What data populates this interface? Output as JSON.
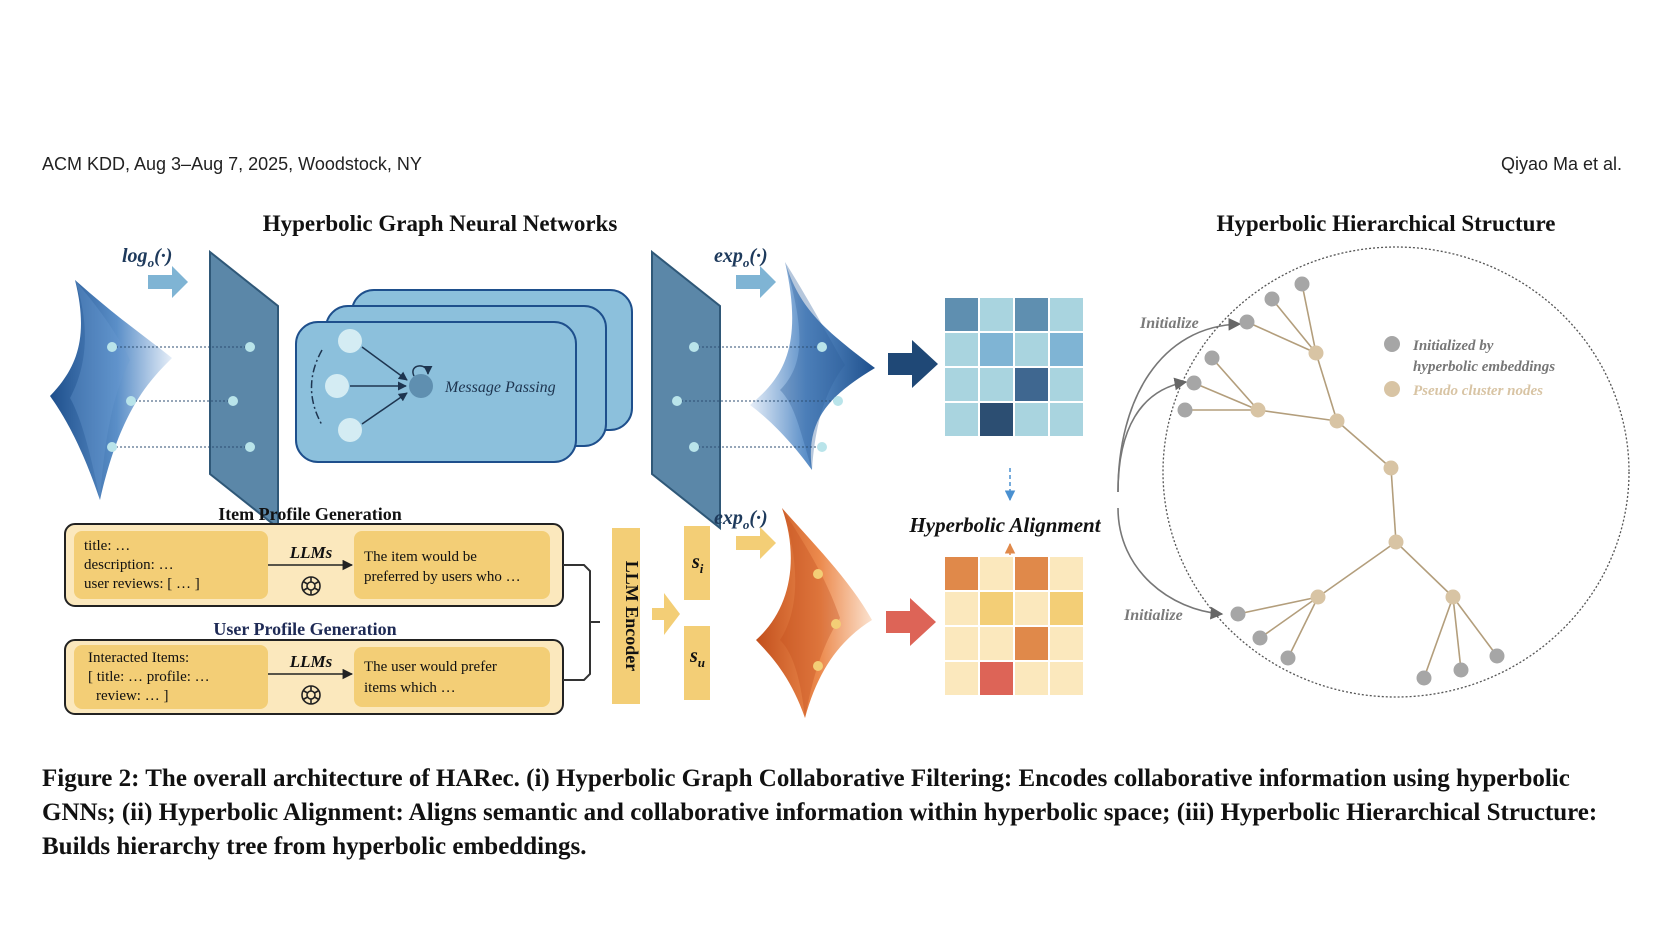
{
  "header": {
    "left": "ACM KDD, Aug 3–Aug 7, 2025, Woodstock, NY",
    "right": "Qiyao Ma et al."
  },
  "figure": {
    "gnn_title": "Hyperbolic Graph Neural Networks",
    "hier_title": "Hyperbolic Hierarchical Structure",
    "log_map": "log",
    "exp_map": "exp",
    "map_sub": "o",
    "map_arg": "(·)",
    "message_passing": "Message Passing",
    "item_profile_title": "Item Profile Generation",
    "user_profile_title": "User Profile Generation",
    "item_input": [
      "title: …",
      "description: …",
      "user reviews: [ … ]"
    ],
    "item_output": [
      "The item would be",
      "preferred by users who …"
    ],
    "user_input": [
      "Interacted Items:",
      "[ title: … profile: …",
      "review: … ]"
    ],
    "user_output": [
      "The user would prefer",
      "items which …"
    ],
    "llms": "LLMs",
    "llm_encoder": "LLM Encoder",
    "s_i": "s",
    "s_i_sub": "i",
    "s_u": "s",
    "s_u_sub": "u",
    "alignment": "Hyperbolic Alignment",
    "initialize": "Initialize",
    "legend": [
      {
        "label": "Initialized by",
        "label2": "hyperbolic embeddings",
        "color": "#a6a6a6"
      },
      {
        "label": "Pseudo cluster nodes",
        "label2": "",
        "color": "#d8c4a4"
      }
    ],
    "colors": {
      "blue_dark": "#2c4e72",
      "blue_mid": "#5f8fb0",
      "blue_light": "#a9d4df",
      "orange": "#e0894a",
      "red": "#dd6457",
      "yellow": "#f3ce76",
      "cream": "#fbe8bd"
    }
  },
  "caption": "Figure 2: The overall architecture of HARec. (i) Hyperbolic Graph Collaborative Filtering: Encodes collaborative information using hyperbolic GNNs; (ii) Hyperbolic Alignment: Aligns semantic and collaborative information within hyperbolic space; (iii) Hyperbolic Hierarchical Structure: Builds hierarchy tree from hyperbolic embeddings."
}
